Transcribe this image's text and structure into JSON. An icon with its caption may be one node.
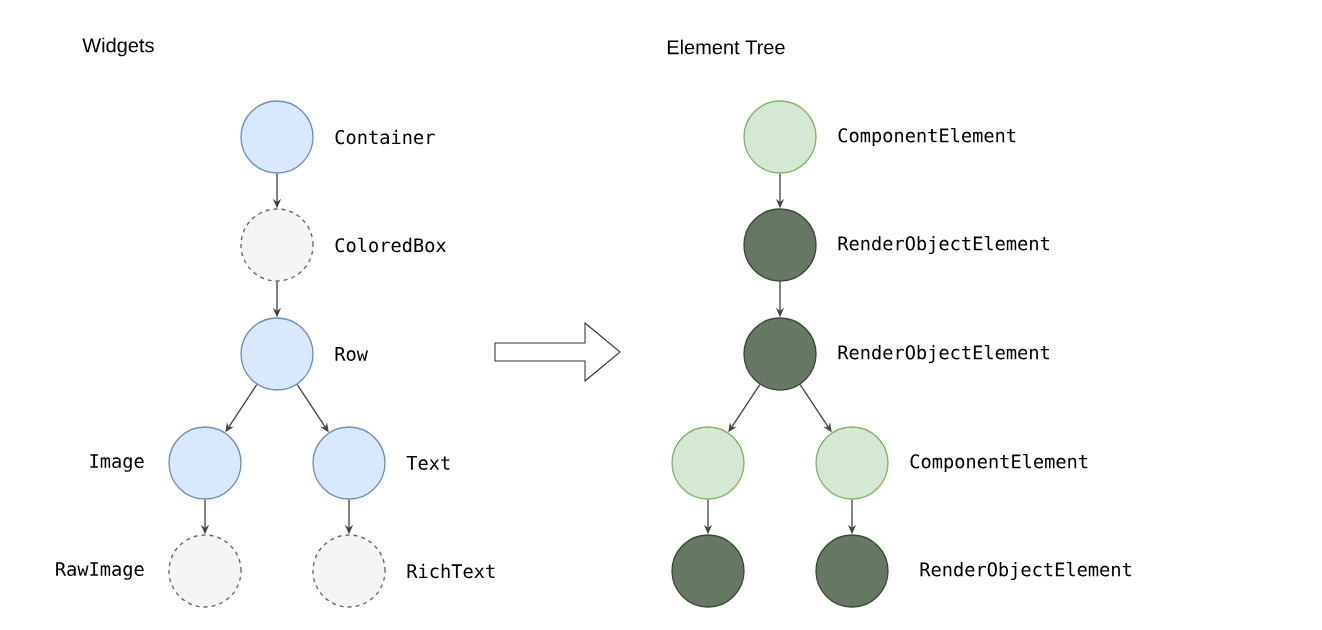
{
  "diagram": {
    "nodes": [
      {
        "text": [],
        "shape": "circle",
        "beside": [
          "Container"
        ]
      },
      {
        "text": [],
        "shape": "circle",
        "beside": [
          "ColoredBox"
        ]
      },
      {
        "text": [],
        "shape": "circle",
        "beside": [
          "Row"
        ]
      },
      {
        "text": [],
        "shape": "circle",
        "beside": [
          "Image"
        ]
      },
      {
        "text": [],
        "shape": "circle",
        "beside": [
          "Text"
        ]
      },
      {
        "text": [],
        "shape": "circle",
        "beside": [
          "RawImage"
        ]
      },
      {
        "text": [],
        "shape": "circle",
        "beside": [
          "RichText"
        ]
      },
      {
        "text": [],
        "shape": "circle",
        "beside": [
          "ComponentElement"
        ]
      },
      {
        "text": [],
        "shape": "circle",
        "beside": [
          "RenderObjectElement"
        ]
      },
      {
        "text": [],
        "shape": "circle",
        "beside": [
          "RenderObjectElement"
        ]
      },
      {
        "text": [],
        "shape": "circle"
      },
      {
        "text": [],
        "shape": "circle",
        "beside": [
          "ComponentElement"
        ]
      },
      {
        "text": [],
        "shape": "circle"
      },
      {
        "text": [],
        "shape": "circle",
        "beside": [
          "RenderObjectElement"
        ]
      }
    ],
    "edges": [
      {
        "from": 0,
        "to": 1,
        "arrow": "to"
      },
      {
        "from": 1,
        "to": 2,
        "arrow": "to"
      },
      {
        "from": 2,
        "to": 3,
        "arrow": "to"
      },
      {
        "from": 2,
        "to": 4,
        "arrow": "to"
      },
      {
        "from": 3,
        "to": 5,
        "arrow": "to"
      },
      {
        "from": 4,
        "to": 6,
        "arrow": "to"
      },
      {
        "from": 7,
        "to": 8,
        "arrow": "to"
      },
      {
        "from": 8,
        "to": 9,
        "arrow": "to"
      },
      {
        "from": 9,
        "to": 10,
        "arrow": "to"
      },
      {
        "from": 9,
        "to": 11,
        "arrow": "to"
      },
      {
        "from": 10,
        "to": 12,
        "arrow": "to"
      },
      {
        "from": 11,
        "to": 13,
        "arrow": "to"
      }
    ],
    "labels": [
      "Widgets",
      "Element Tree"
    ]
  }
}
